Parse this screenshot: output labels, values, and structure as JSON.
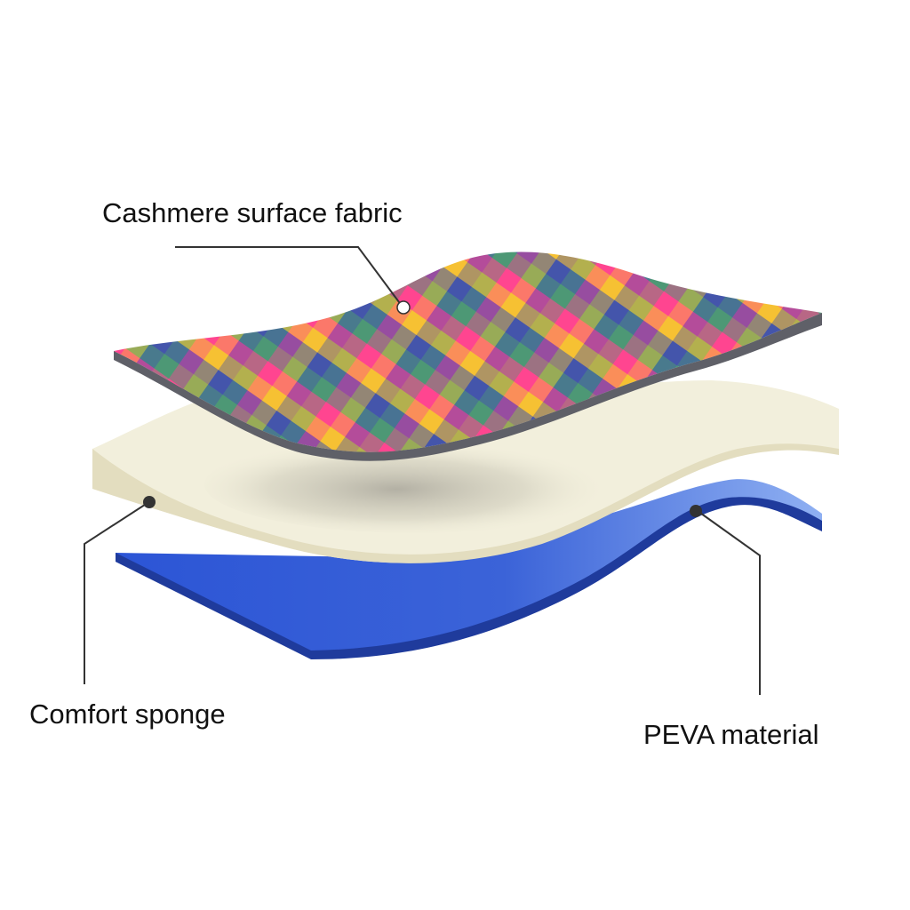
{
  "labels": {
    "fabric": "Cashmere surface fabric",
    "sponge": "Comfort sponge",
    "peva": "PEVA material"
  },
  "icons": {
    "fabric_layer": "plaid-fabric-layer",
    "sponge_layer": "foam-sponge-layer",
    "peva_layer": "blue-peva-layer"
  },
  "colors": {
    "peva_blue": "#2a4fc0",
    "peva_light": "#5f86e8",
    "sponge_cream": "#f2efdc",
    "sponge_edge": "#e6e1c6",
    "fabric_edge": "#5f6068",
    "plaid_pink": "#ff3f95",
    "plaid_yellow": "#f6c531",
    "plaid_blue": "#2f4fb5",
    "plaid_green": "#3a9a7a",
    "plaid_orange": "#ff8a4a",
    "leader_line": "#333333"
  }
}
